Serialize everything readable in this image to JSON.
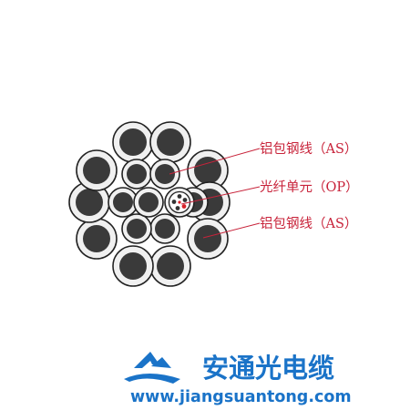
{
  "diagram": {
    "labels": {
      "al_steel_top": "铝包钢线（AS）",
      "optical_unit": "光纤单元（OP）",
      "al_steel_bottom": "铝包钢线（AS）"
    },
    "colors": {
      "core": "#3a3a3a",
      "ring": "#f0f0f0",
      "outline": "#222222",
      "leader": "#c8233a",
      "fiber_red": "#d8232a",
      "brand_blue": "#1a73c8"
    }
  },
  "brand": {
    "name": "安通光电缆",
    "url": "www.jiangsuantong.com",
    "logo_icon": "mountain-wave-logo"
  }
}
